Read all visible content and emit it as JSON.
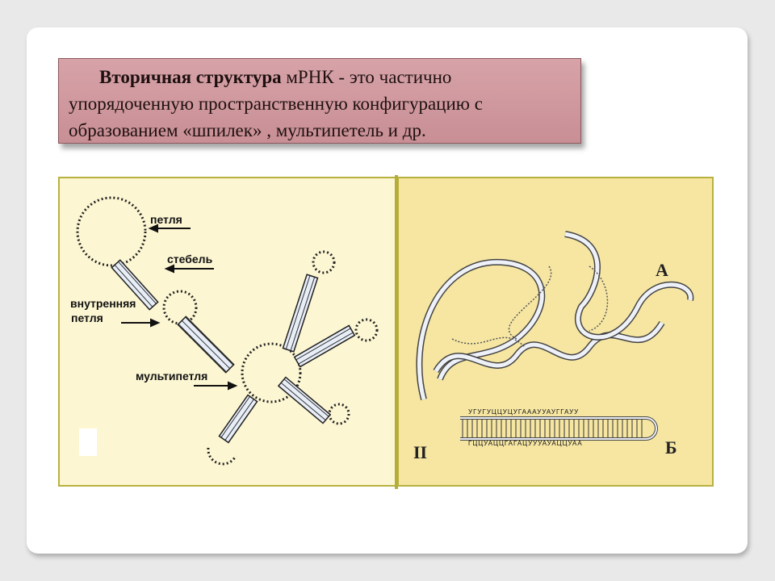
{
  "definition": {
    "term": "Вторичная структура",
    "text_part1": " мРНК - это частично",
    "line2": "упорядоченную пространственную конфигурацию с",
    "line3": "образованием «шпилек» , мультипетель и др."
  },
  "diagram_labels": {
    "loop": "петля",
    "stem": "стебель",
    "inner_loop_1": "внутренняя",
    "inner_loop_2": "петля",
    "multiloop": "мультипетля"
  },
  "figure_labels": {
    "roman_two": "II",
    "a": "А",
    "b": "Б"
  },
  "hairpin_sequences": {
    "top": "УГУГУЦЦУЦУГАААУУАУГГАУУ",
    "bottom": "ГЦЦУАЦЦГАГАЦУУУАУАЦЦУАА"
  },
  "colors": {
    "definition_bg": "#d7a3a8",
    "left_panel_bg": "#fcf6d2",
    "right_panel_bg": "#f6e6a2",
    "panel_border": "#b8b13f"
  }
}
